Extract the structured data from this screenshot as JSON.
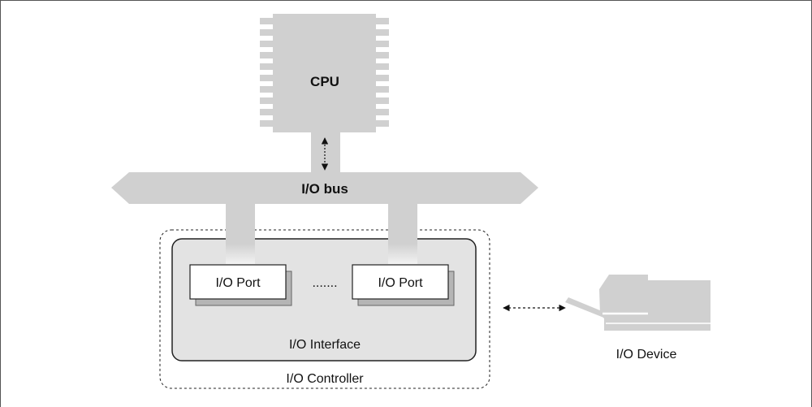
{
  "diagram": {
    "cpu_label": "CPU",
    "bus_label": "I/O bus",
    "port_left_label": "I/O Port",
    "port_right_label": "I/O Port",
    "ellipsis": ".......",
    "interface_label": "I/O Interface",
    "controller_label": "I/O Controller",
    "device_label": "I/O Device"
  }
}
